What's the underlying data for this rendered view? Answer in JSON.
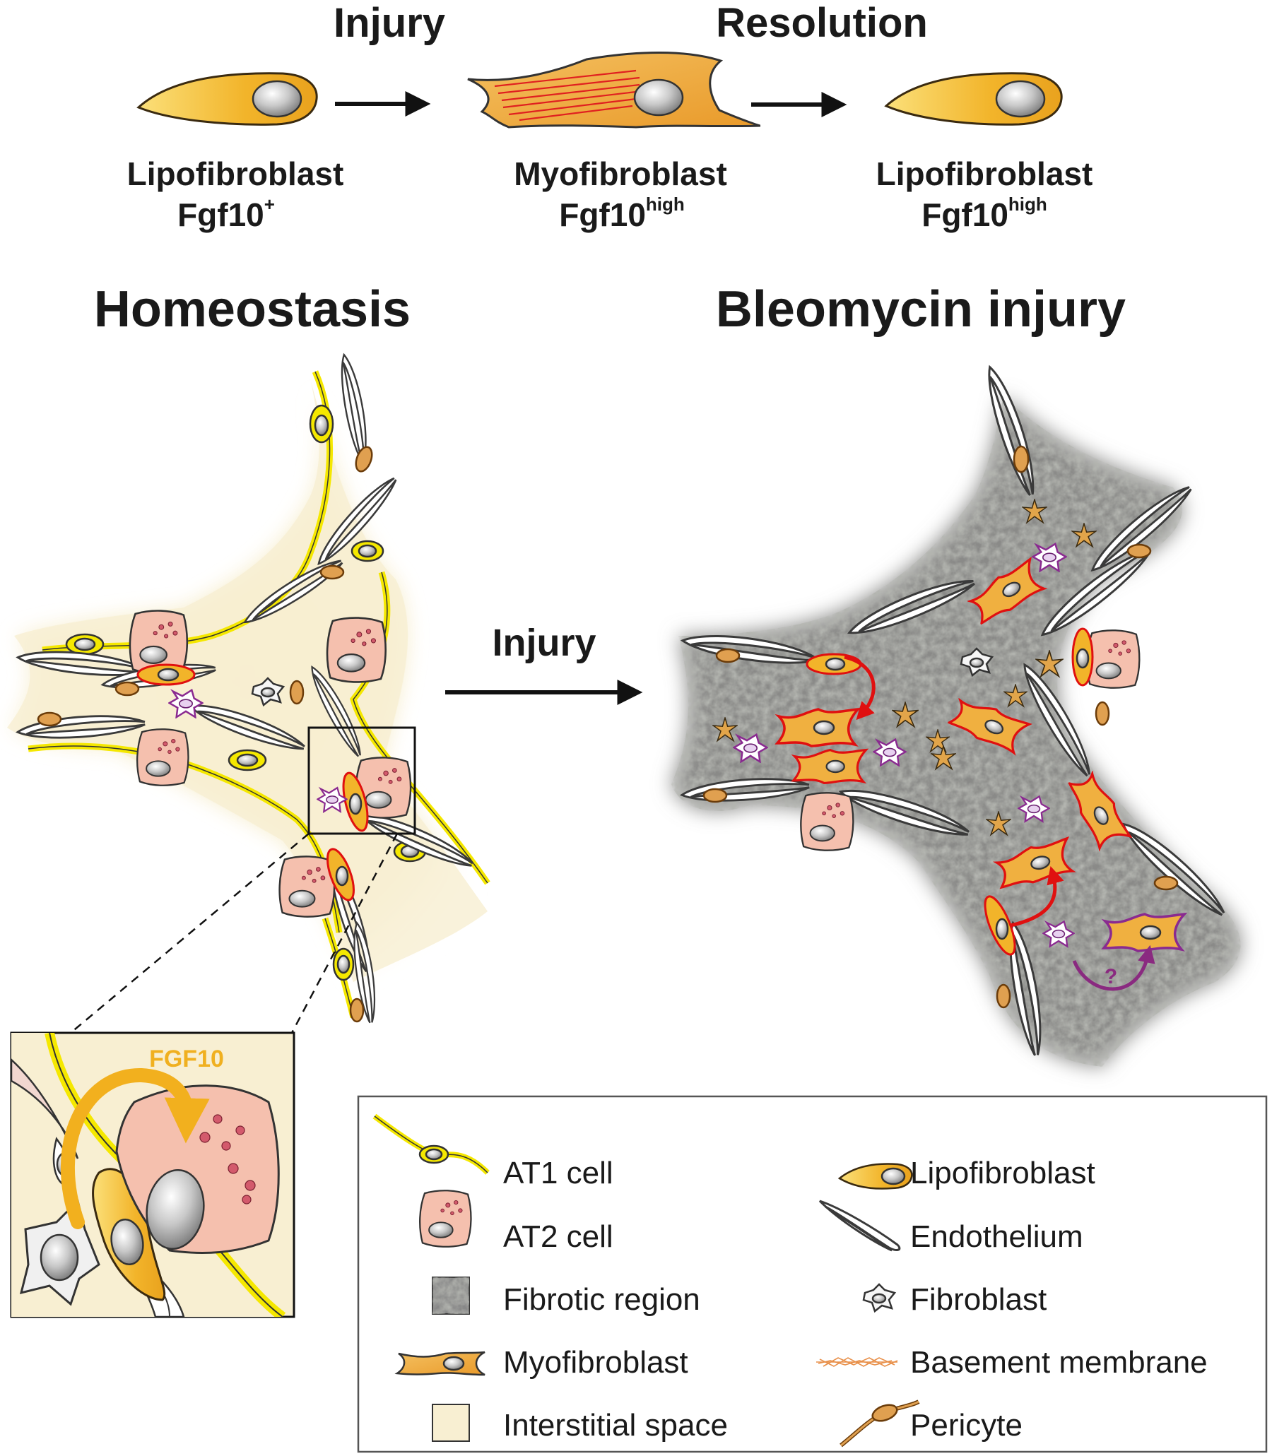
{
  "top_row": {
    "injury_label": "Injury",
    "resolution_label": "Resolution",
    "cells": [
      {
        "name": "Lipofibroblast",
        "marker": "Fgf10",
        "sup": "+"
      },
      {
        "name": "Myofibroblast",
        "marker": "Fgf10",
        "sup": "high"
      },
      {
        "name": "Lipofibroblast",
        "marker": "Fgf10",
        "sup": "high"
      }
    ]
  },
  "panels": {
    "left_title": "Homeostasis",
    "right_title": "Bleomycin injury",
    "middle_arrow_label": "Injury",
    "inset_label": "FGF10",
    "question_mark": "?"
  },
  "legend": {
    "items": [
      {
        "label": "AT1 cell",
        "icon": "at1-cell-icon"
      },
      {
        "label": "AT2 cell",
        "icon": "at2-cell-icon"
      },
      {
        "label": "Fibrotic region",
        "icon": "fibrotic-region-icon"
      },
      {
        "label": "Myofibroblast",
        "icon": "myofibroblast-icon"
      },
      {
        "label": "Interstitial space",
        "icon": "interstitial-space-icon"
      },
      {
        "label": "Lipofibroblast",
        "icon": "lipofibroblast-icon"
      },
      {
        "label": "Endothelium",
        "icon": "endothelium-icon"
      },
      {
        "label": "Fibroblast",
        "icon": "fibroblast-icon"
      },
      {
        "label": "Basement membrane",
        "icon": "basement-membrane-icon"
      },
      {
        "label": "Pericyte",
        "icon": "pericyte-icon"
      }
    ]
  },
  "colors": {
    "lipofibroblast": "#f0b030",
    "at1": "#f5e800",
    "at2": "#f5c0ae",
    "fibrotic": "#7a7a7a",
    "interstitial": "#f8efd2",
    "myofibroblast_outline": "#e01010",
    "fibroblast_outline": "#8a2a90",
    "pericyte": "#e0a050"
  }
}
